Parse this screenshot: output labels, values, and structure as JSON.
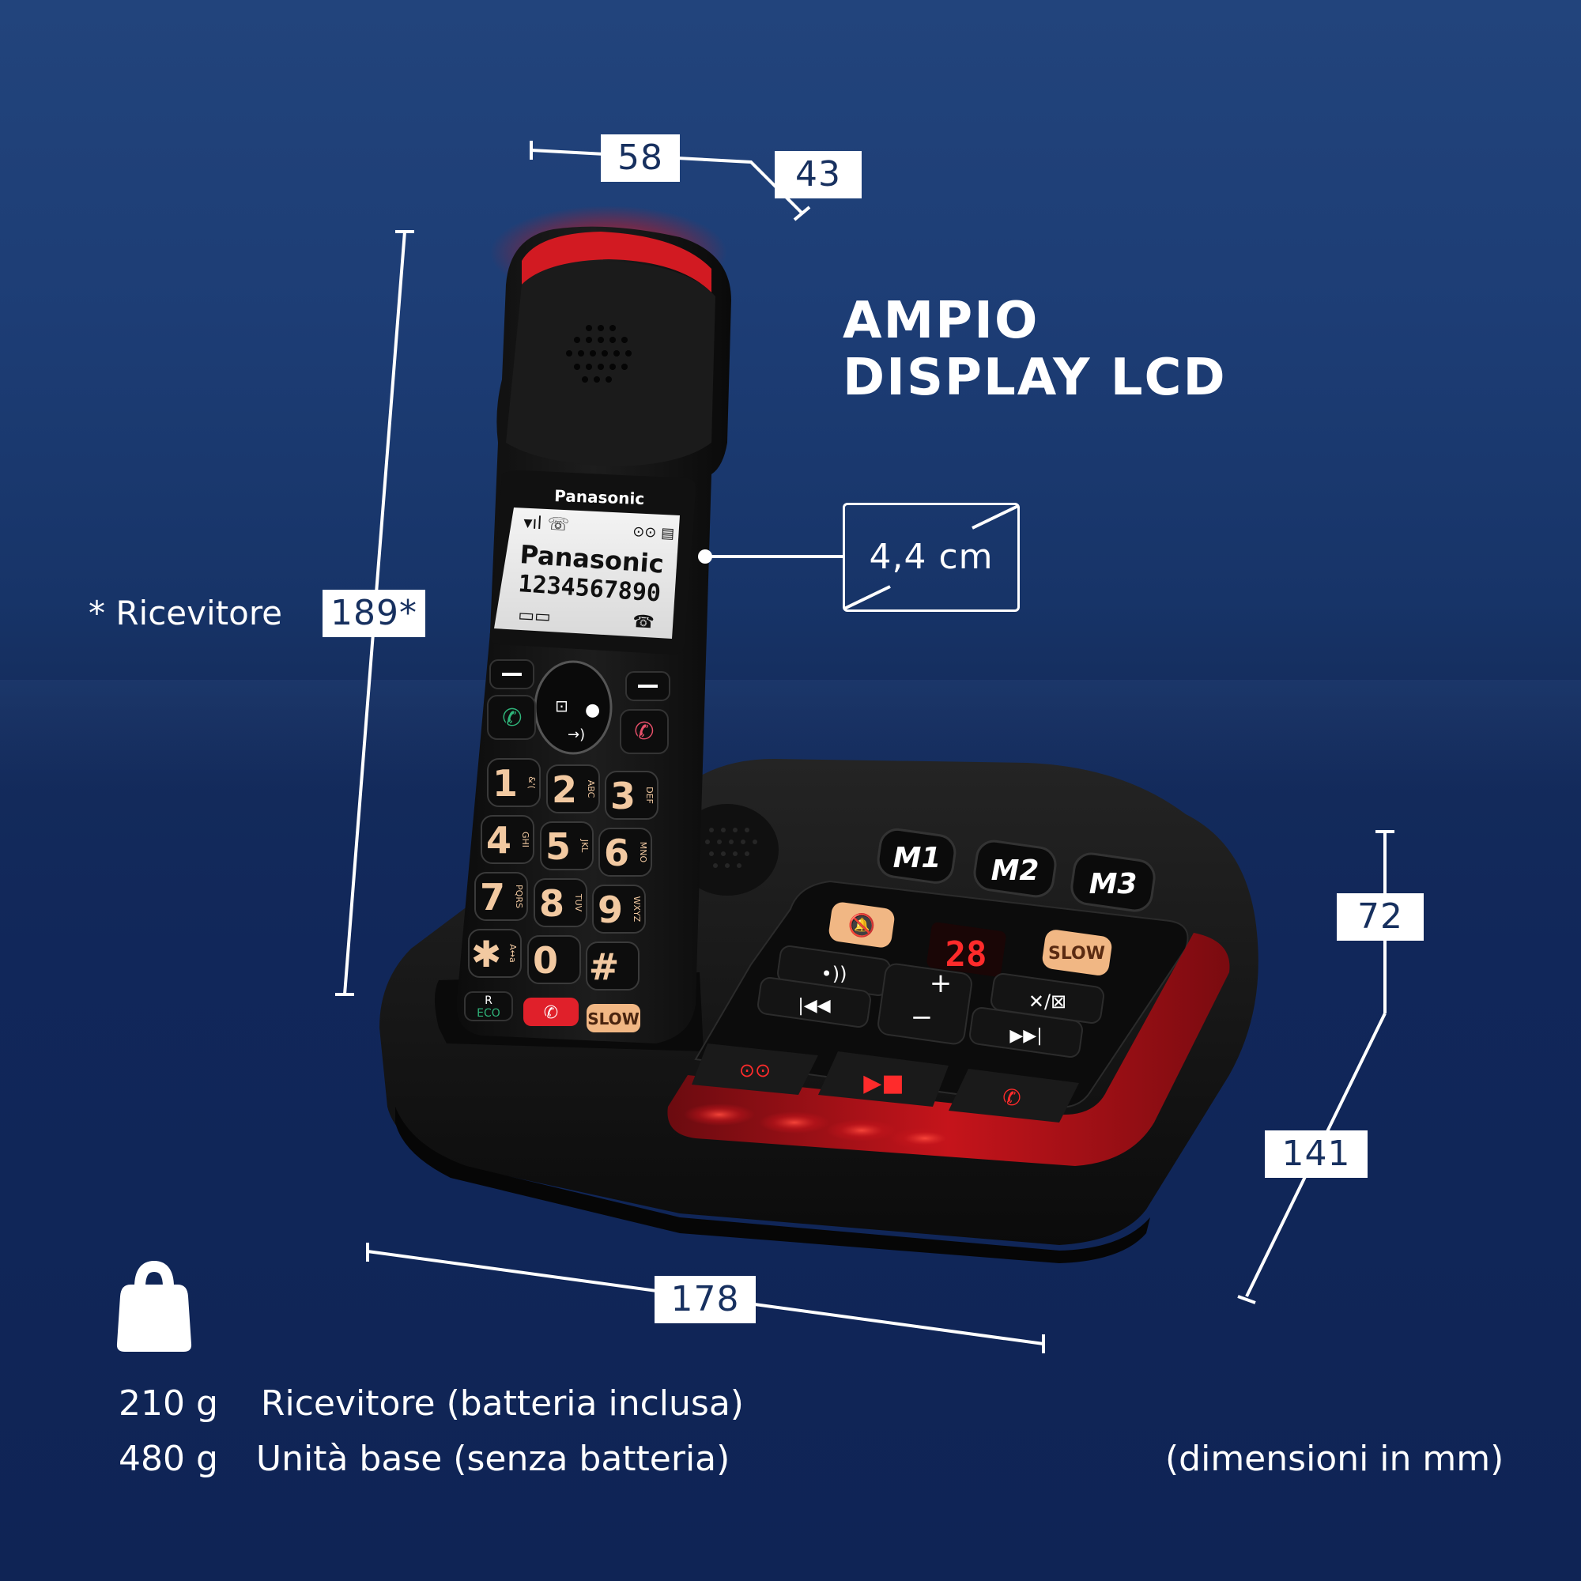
{
  "headline": {
    "line1": "AMPIO",
    "line2": "DISPLAY LCD"
  },
  "display_size": "4,4 cm",
  "dimensions": {
    "handset_width": "58",
    "handset_depth": "43",
    "handset_height": "189*",
    "handset_note": "* Ricevitore",
    "base_height": "72",
    "base_depth": "141",
    "base_width": "178",
    "units_note": "(dimensioni in mm)"
  },
  "weights": [
    {
      "value": "210 g",
      "label": "Ricevitore (batteria inclusa)"
    },
    {
      "value": "480 g",
      "label": "Unità base (senza batteria)"
    }
  ],
  "handset": {
    "brand": "Panasonic",
    "screen_brand": "Panasonic",
    "screen_number": "1234567890",
    "keypad": [
      {
        "digit": "1",
        "letters": "&'("
      },
      {
        "digit": "2",
        "letters": "ABC"
      },
      {
        "digit": "3",
        "letters": "DEF"
      },
      {
        "digit": "4",
        "letters": "GHI"
      },
      {
        "digit": "5",
        "letters": "JKL"
      },
      {
        "digit": "6",
        "letters": "MNO"
      },
      {
        "digit": "7",
        "letters": "PQRS"
      },
      {
        "digit": "8",
        "letters": "TUV"
      },
      {
        "digit": "9",
        "letters": "WXYZ"
      },
      {
        "digit": "✱",
        "letters": "A↔a"
      },
      {
        "digit": "0",
        "letters": ""
      },
      {
        "digit": "#",
        "letters": ""
      }
    ],
    "r_label": "R",
    "eco_label": "ECO",
    "slow_label": "SLOW"
  },
  "base": {
    "memory_keys": [
      "M1",
      "M2",
      "M3"
    ],
    "counter": "28",
    "slow_label": "SLOW",
    "plus": "+",
    "minus": "−"
  },
  "colors": {
    "background": "#173468",
    "label_bg": "#ffffff",
    "label_text": "#17305f",
    "accent_red": "#d8141c",
    "key_peach": "#f2c9a1",
    "device_body": "#141414"
  }
}
